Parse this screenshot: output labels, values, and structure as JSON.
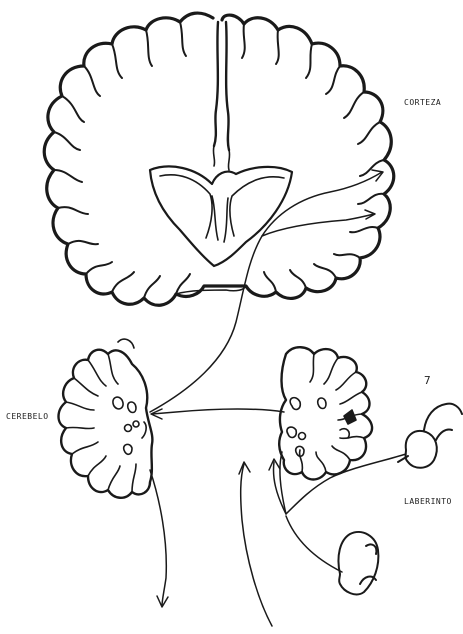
{
  "labels": {
    "cortex": "CORTEZA",
    "cerebellum": "CEREBELO",
    "labyrinth": "LABERINTO",
    "numeral": "7"
  },
  "colors": {
    "ink": "#1a1a1a",
    "paper": "#ffffff"
  }
}
